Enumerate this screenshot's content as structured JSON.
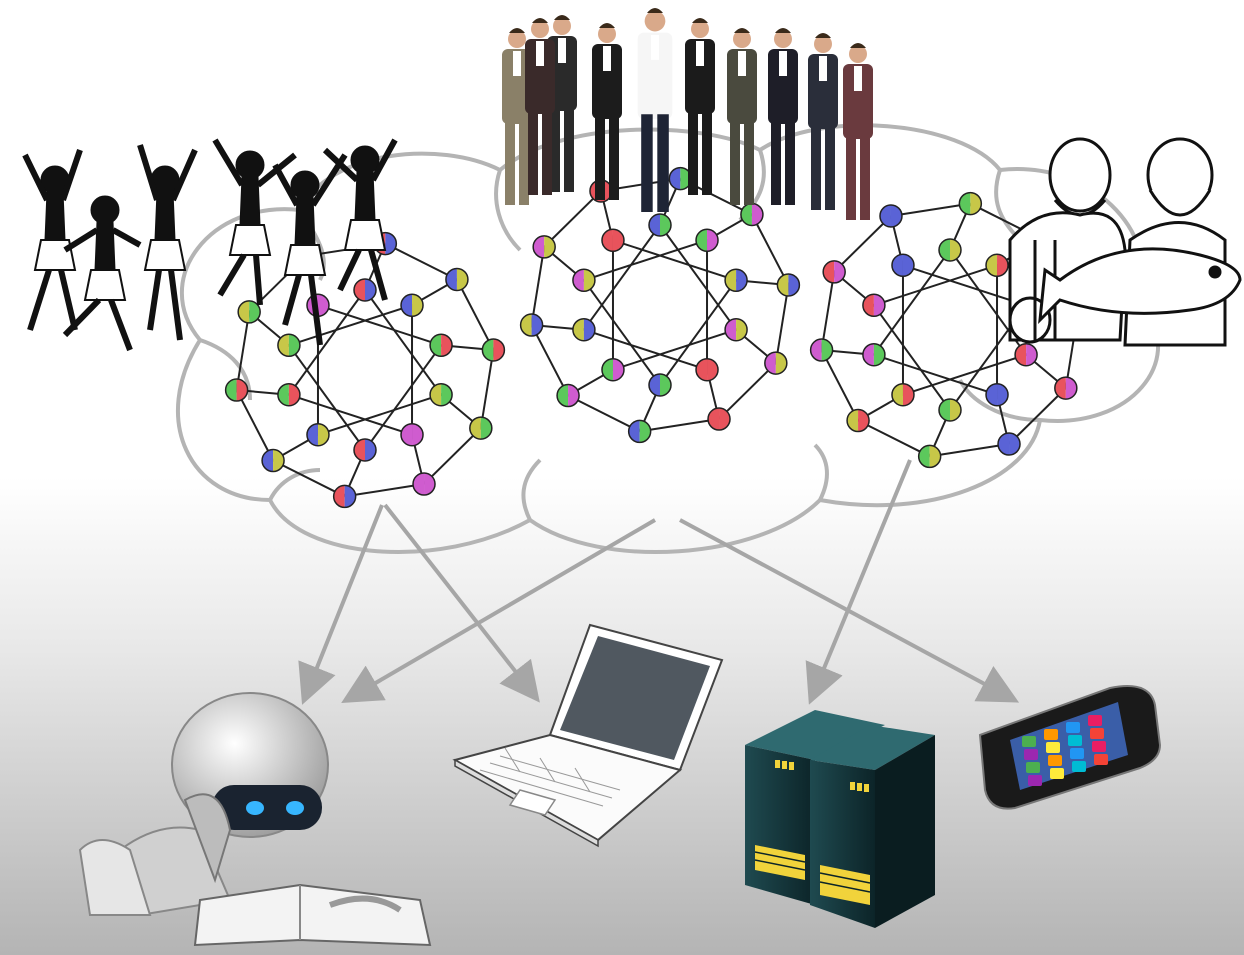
{
  "diagram": {
    "groups": [
      {
        "id": "tribal-dancers",
        "figure_icon": "dancer-silhouette-icon",
        "figure_count": 6
      },
      {
        "id": "business-people",
        "figure_icon": "business-person-icon",
        "figure_count": 10
      },
      {
        "id": "fishermen",
        "figure_icon": "cartoon-fisherman-icon",
        "figure_count": 2
      }
    ],
    "networks": [
      {
        "id": "network-left",
        "node_count": 20
      },
      {
        "id": "network-middle",
        "node_count": 20
      },
      {
        "id": "network-right",
        "node_count": 20
      }
    ],
    "devices": [
      {
        "id": "robot",
        "icon": "robot-reading-icon"
      },
      {
        "id": "laptop",
        "icon": "laptop-icon"
      },
      {
        "id": "server",
        "icon": "server-rack-icon"
      },
      {
        "id": "smartphone",
        "icon": "smartphone-icon"
      }
    ],
    "node_colors": [
      "#e8535c",
      "#5a63d6",
      "#5cc85c",
      "#c7c748",
      "#cf5ccf"
    ],
    "cloud_stroke": "#b4b4b4",
    "arrow_color": "#a6a6a6"
  }
}
